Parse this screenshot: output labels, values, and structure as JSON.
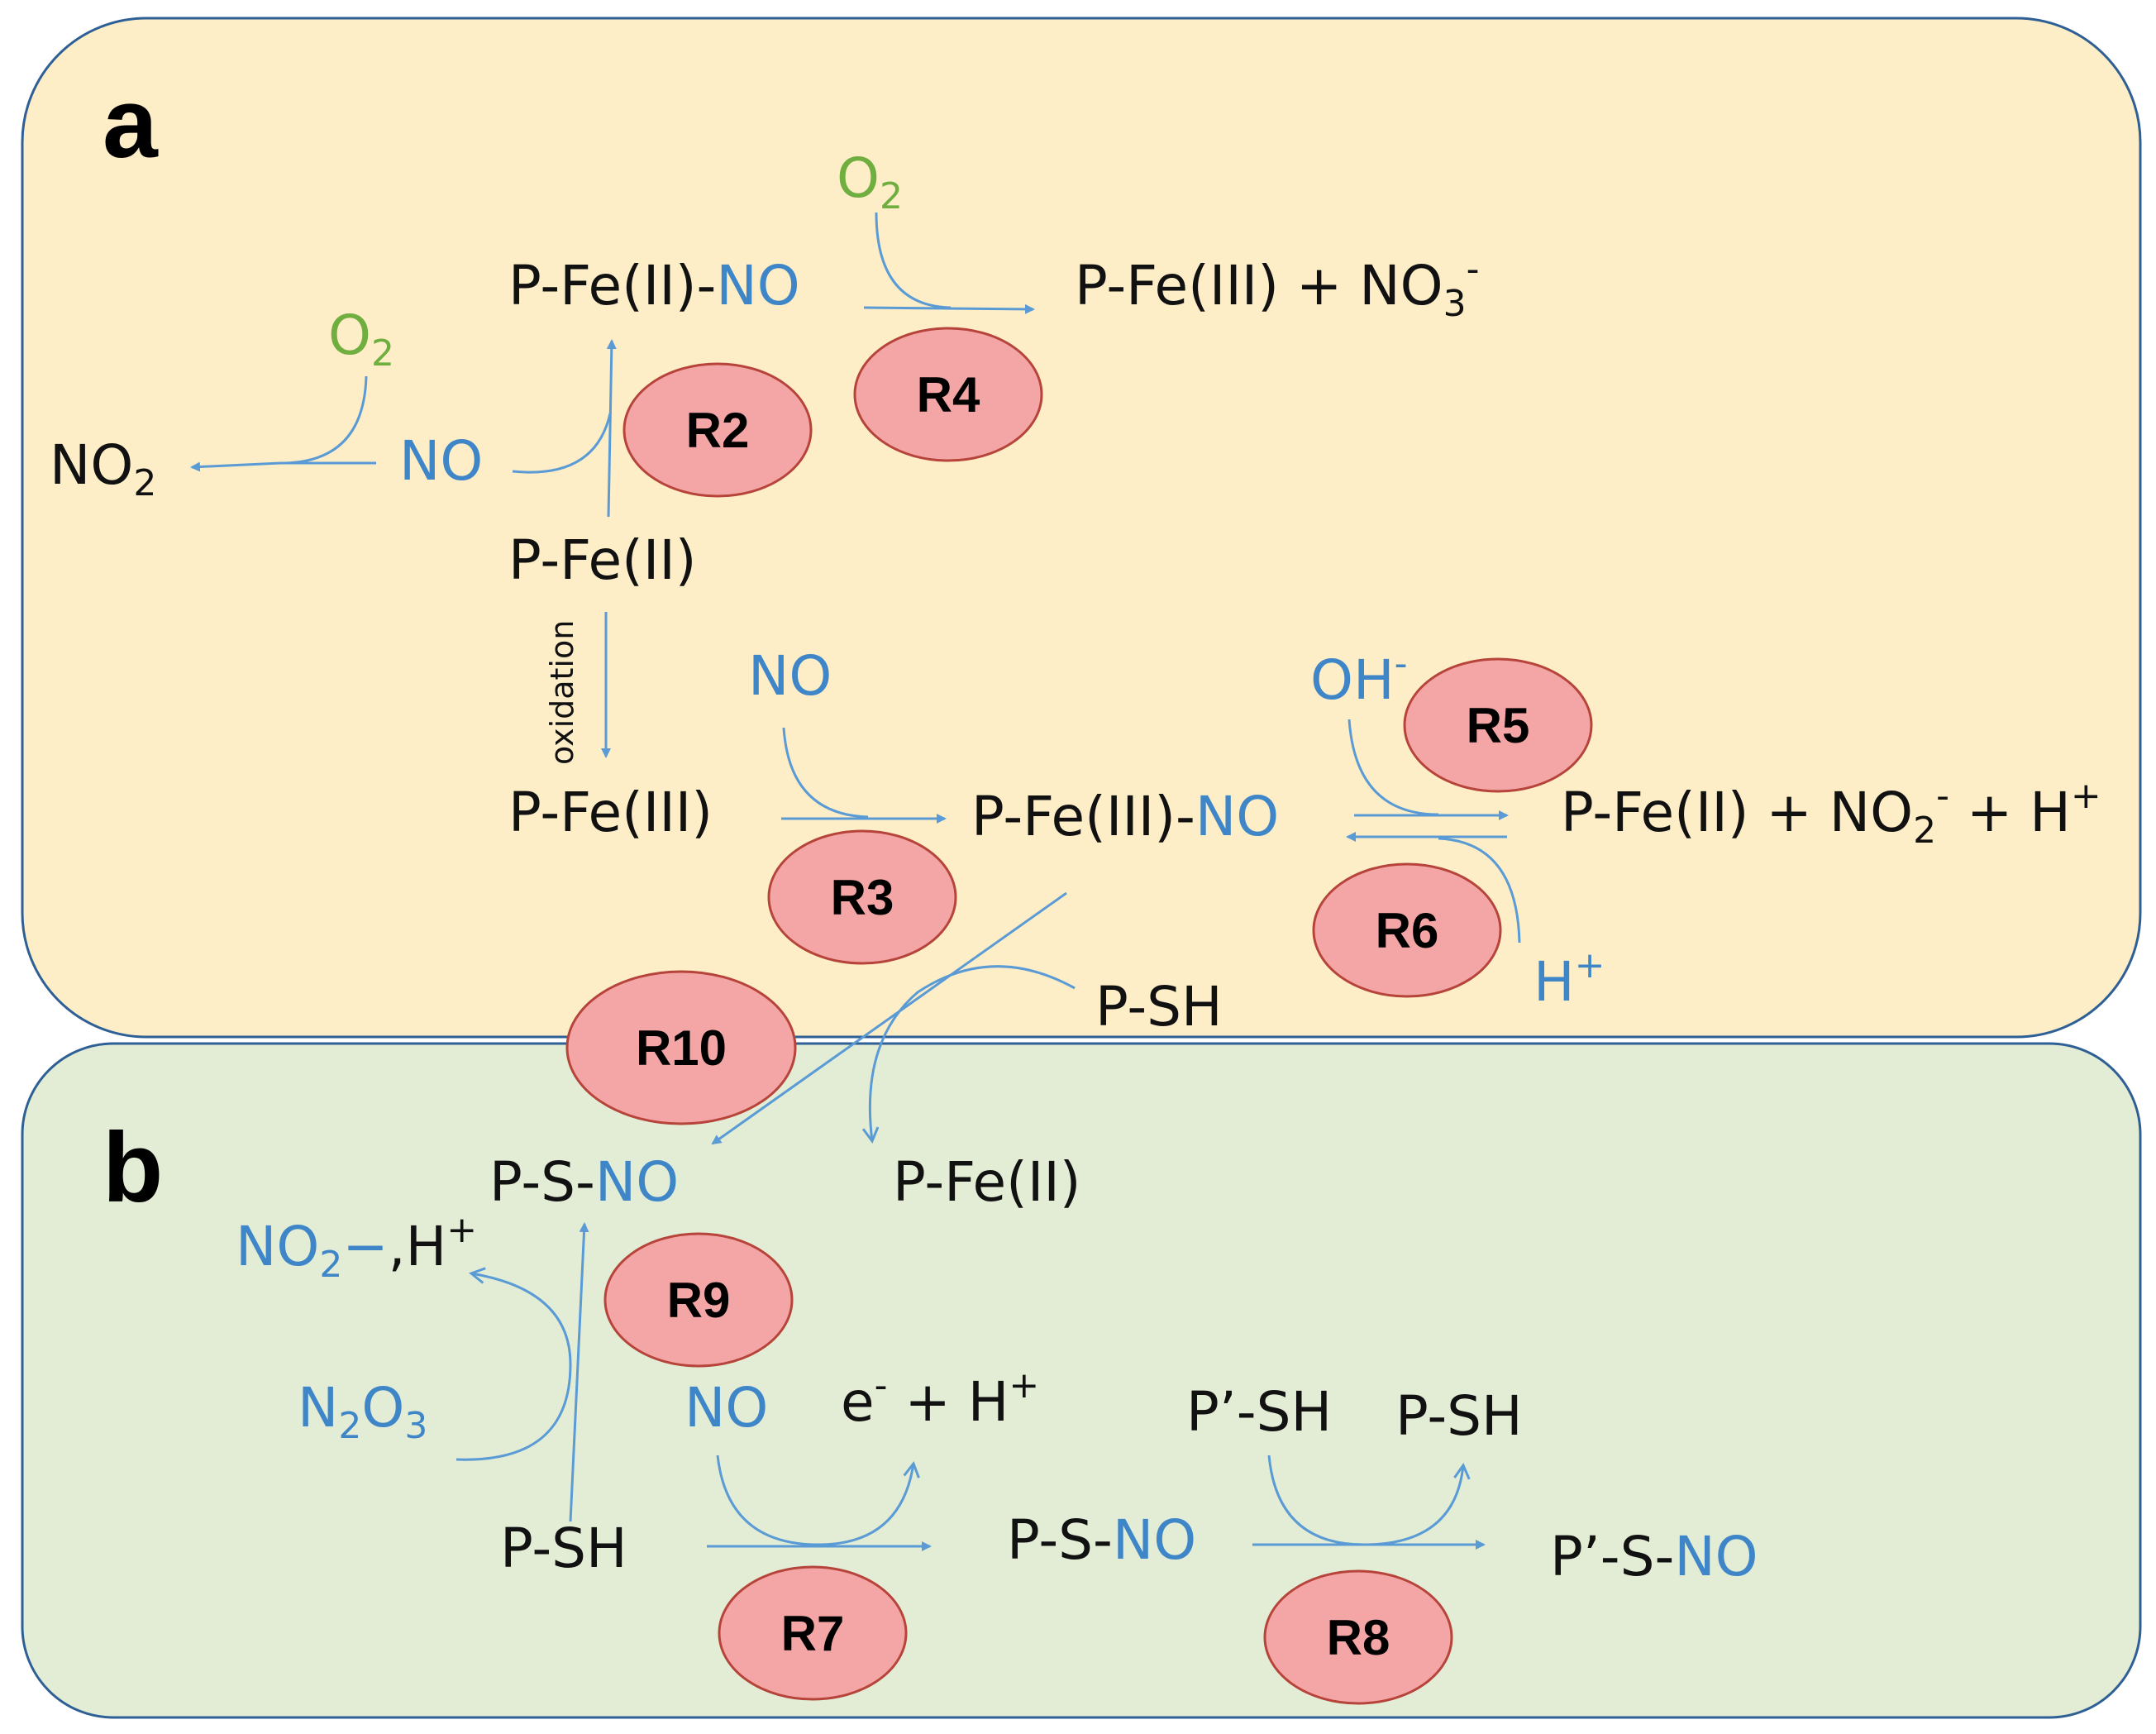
{
  "colors": {
    "panel_a_fill": "#fdeec8",
    "panel_b_fill": "#e3edd6",
    "panel_border": "#2e5f95",
    "reagent_blue": "#3f86c8",
    "oxygen_green": "#6fae3f",
    "arrow": "#5b9bd5",
    "badge_fill": "#f4a5a5",
    "badge_border": "#b6443a"
  },
  "panels": {
    "a_label": "a",
    "b_label": "b"
  },
  "species": {
    "pfe2_no_top_a": "P-Fe(II)-",
    "pfe2_no_top_b": "NO",
    "pfe3_no3_a": "P-Fe(III) + NO",
    "pfe3_no3_sub": "3",
    "pfe3_no3_sup": "-",
    "o2_top": "O",
    "o2_top_sub": "2",
    "o2_left": "O",
    "o2_left_sub": "2",
    "no_left": "NO",
    "no2_left": "NO",
    "no2_left_sub": "2",
    "pfe2_center": "P-Fe(II)",
    "oxidation": "oxidation",
    "no_mid": "NO",
    "pfe3": "P-Fe(III)",
    "pfe3_no_a": "P-Fe(III)-",
    "pfe3_no_b": "NO",
    "oh": "OH",
    "oh_sup": "-",
    "pfe2_products_a": "P-Fe(II) + NO",
    "pfe2_products_sub": "2",
    "pfe2_products_sup": "-",
    "pfe2_products_b": " + H",
    "pfe2_products_sup2": "+",
    "h_plus": "H",
    "h_plus_sup": "+",
    "psh_a": "P-SH",
    "psno_b_a": "P-S-",
    "psno_b_b": "NO",
    "pfe2_b": "P-Fe(II)",
    "no2h": "NO",
    "no2h_sub": "2",
    "no2h_tail": "−",
    "no2h_h": ",H",
    "no2h_sup": "+",
    "n2o3_n": "N",
    "n2o3_sub1": "2",
    "n2o3_o": "O",
    "n2o3_sub2": "3",
    "no_r7": "NO",
    "eh": "e",
    "eh_sup": "-",
    "eh_mid": " + H",
    "eh_sup2": "+",
    "psh_b": "P-SH",
    "psno_mid_a": "P-S-",
    "psno_mid_b": "NO",
    "pprime_sh": "P’-SH",
    "psh_r8": "P-SH",
    "pprime_sno_a": "P’-S-",
    "pprime_sno_b": "NO"
  },
  "reactions": {
    "r2": "R2",
    "r3": "R3",
    "r4": "R4",
    "r5": "R5",
    "r6": "R6",
    "r7": "R7",
    "r8": "R8",
    "r9": "R9",
    "r10": "R10"
  }
}
